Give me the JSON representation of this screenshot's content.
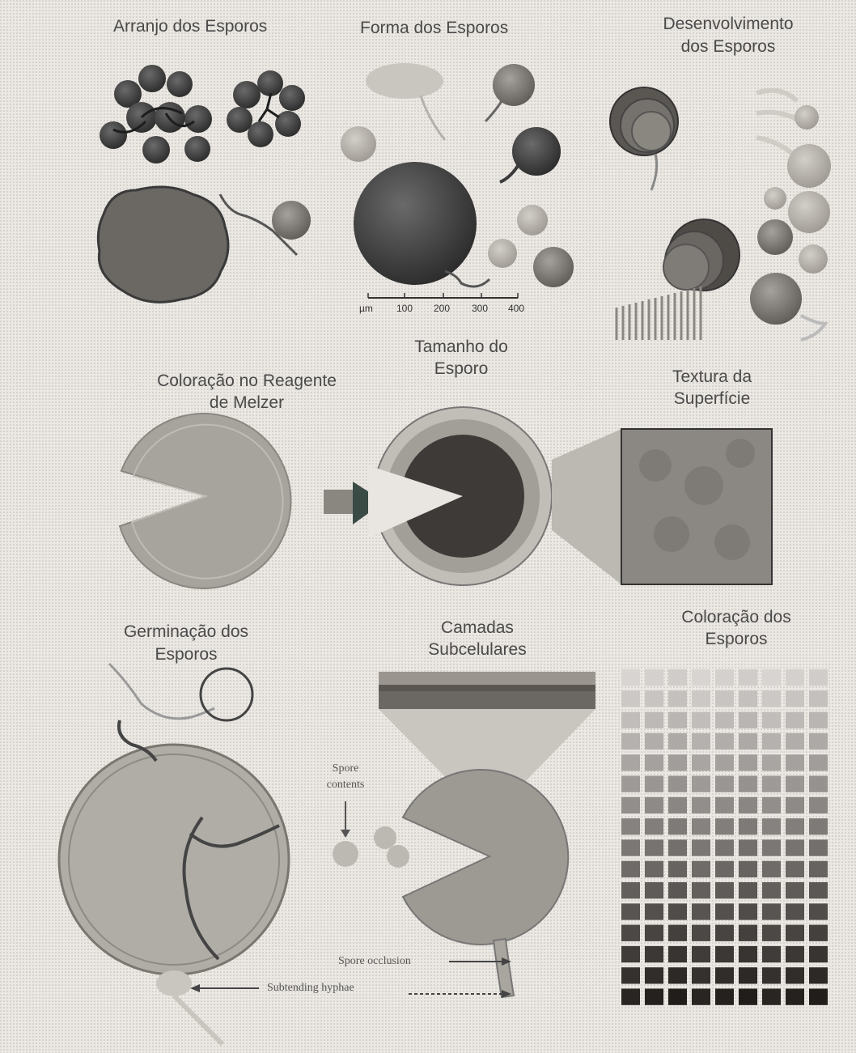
{
  "labels": {
    "arranjo": "Arranjo dos Esporos",
    "forma": "Forma dos Esporos",
    "desenvolvimento_1": "Desenvolvimento",
    "desenvolvimento_2": "dos Esporos",
    "tamanho_1": "Tamanho do",
    "tamanho_2": "Esporo",
    "coloracao_melzer_1": "Coloração no Reagente",
    "coloracao_melzer_2": "de Melzer",
    "textura_1": "Textura da",
    "textura_2": "Superfície",
    "germinacao_1": "Germinação dos",
    "germinacao_2": "Esporos",
    "camadas_1": "Camadas",
    "camadas_2": "Subcelulares",
    "coloracao_esporos_1": "Coloração dos",
    "coloracao_esporos_2": "Esporos",
    "spore_contents_1": "Spore",
    "spore_contents_2": "contents",
    "spore_occlusion": "Spore occlusion",
    "subtending_hyphae": "Subtending hyphae"
  },
  "scale_bar": {
    "ticks": [
      "µm",
      "100",
      "200",
      "300",
      "400"
    ]
  },
  "colors": {
    "background": "#e9e6e1",
    "dark_spore": "#3a3a3a",
    "mid_spore": "#7a7a7a",
    "light_spore": "#b8b5b0"
  }
}
